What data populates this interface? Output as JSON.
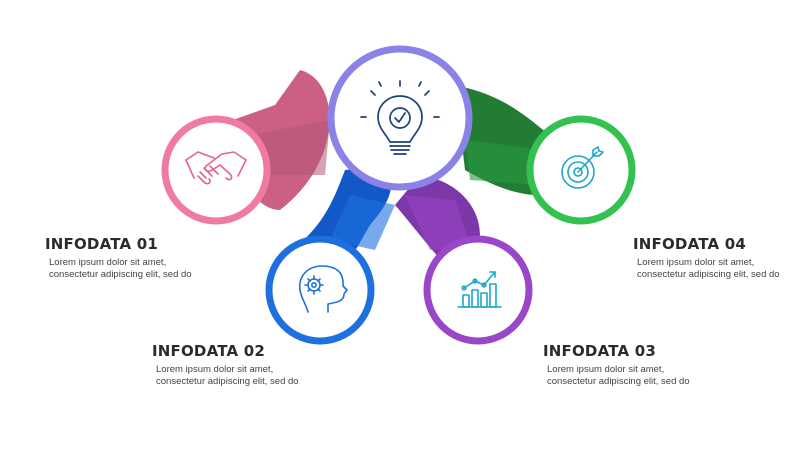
{
  "items": [
    {
      "id": "01",
      "title": "INFODATA 01",
      "text": "Lorem ipsum dolor sit amet, consectetur adipiscing elit, sed do",
      "color": "#f07aa0",
      "connector": "#cc5f86",
      "icon": "handshake-icon"
    },
    {
      "id": "02",
      "title": "INFODATA 02",
      "text": "Lorem ipsum dolor sit amet, consectetur adipiscing elit, sed do",
      "color": "#1e6fe0",
      "connector": "#1259c7",
      "icon": "head-gear-icon"
    },
    {
      "id": "03",
      "title": "INFODATA 03",
      "text": "Lorem ipsum dolor sit amet, consectetur adipiscing elit, sed do",
      "color": "#9a46c8",
      "connector": "#7c38a8",
      "icon": "bar-chart-growth-icon"
    },
    {
      "id": "04",
      "title": "INFODATA 04",
      "text": "Lorem ipsum dolor sit amet, consectetur adipiscing elit, sed do",
      "color": "#33c24f",
      "connector": "#247a35",
      "icon": "target-arrow-icon"
    }
  ],
  "center": {
    "color": "#8b82e8",
    "icon": "lightbulb-check-icon"
  }
}
